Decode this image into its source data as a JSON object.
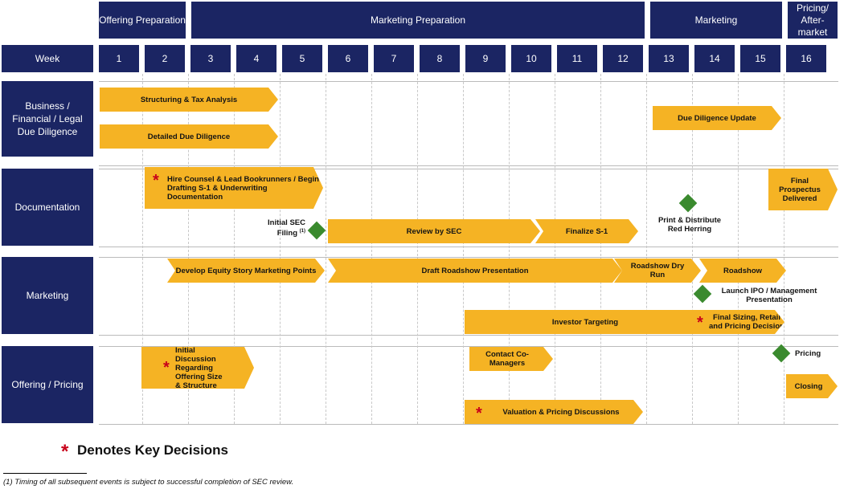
{
  "phases": [
    "Offering Preparation",
    "Marketing Preparation",
    "Marketing",
    "Pricing/ After- market"
  ],
  "week_label": "Week",
  "weeks": [
    "1",
    "2",
    "3",
    "4",
    "5",
    "6",
    "7",
    "8",
    "9",
    "10",
    "11",
    "12",
    "13",
    "14",
    "15",
    "16"
  ],
  "rows": [
    "Business / Financial / Legal Due Diligence",
    "Documentation",
    "Marketing",
    "Offering / Pricing"
  ],
  "tasks": {
    "structuring": "Structuring & Tax Analysis",
    "detailed_dd": "Detailed Due Diligence",
    "dd_update": "Due Diligence Update",
    "hire_counsel": "Hire Counsel & Lead Bookrunners / Begin Drafting S-1 & Underwriting Documentation",
    "review_sec": "Review by SEC",
    "finalize_s1": "Finalize S-1",
    "final_prospectus": "Final Prospectus Delivered",
    "equity_story": "Develop Equity Story Marketing Points",
    "draft_roadshow": "Draft Roadshow Presentation",
    "roadshow_dry_run": "Roadshow Dry Run",
    "roadshow": "Roadshow",
    "investor_targeting": "Investor Targeting",
    "final_sizing": "Final Sizing, Retail and Pricing Decision",
    "initial_discussion": "Initial Discussion Regarding Offering Size & Structure",
    "contact_comanagers": "Contact Co-Managers",
    "valuation": "Valuation & Pricing Discussions",
    "closing": "Closing"
  },
  "milestones": {
    "initial_filing": "Initial SEC Filing",
    "initial_filing_note": "(1)",
    "print_distribute": "Print & Distribute Red Herring",
    "launch_ipo": "Launch IPO / Management Presentation",
    "pricing": "Pricing"
  },
  "legend": "Denotes Key Decisions",
  "footnote": "(1) Timing of all subsequent events is subject to successful completion of SEC review.",
  "colors": {
    "header": "#1b2563",
    "task": "#f5b324",
    "milestone": "#3a8a2e",
    "key_decision": "#c8001a"
  }
}
